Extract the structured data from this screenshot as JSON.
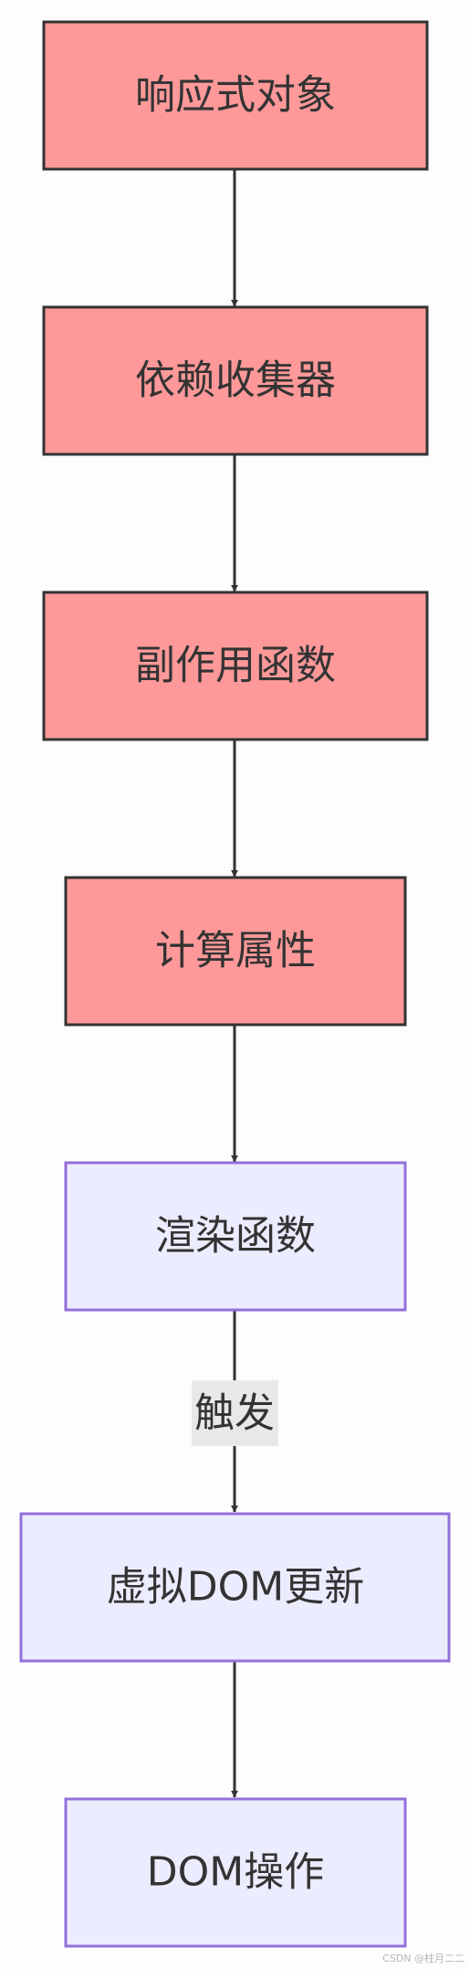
{
  "nodes": [
    {
      "id": "reactive-object",
      "label": "响应式对象",
      "color": "#ff9999"
    },
    {
      "id": "dep-collector",
      "label": "依赖收集器",
      "color": "#ff9999"
    },
    {
      "id": "side-effect",
      "label": "副作用函数",
      "color": "#ff9999"
    },
    {
      "id": "computed",
      "label": "计算属性",
      "color": "#ff9999"
    },
    {
      "id": "render-fn",
      "label": "渲染函数",
      "color": "#ececff"
    },
    {
      "id": "vdom-update",
      "label": "虚拟DOM更新",
      "color": "#ececff"
    },
    {
      "id": "dom-op",
      "label": "DOM操作",
      "color": "#ececff"
    }
  ],
  "edges": [
    {
      "from": "reactive-object",
      "to": "dep-collector",
      "label": ""
    },
    {
      "from": "dep-collector",
      "to": "side-effect",
      "label": ""
    },
    {
      "from": "side-effect",
      "to": "computed",
      "label": ""
    },
    {
      "from": "computed",
      "to": "render-fn",
      "label": ""
    },
    {
      "from": "render-fn",
      "to": "vdom-update",
      "label": "触发"
    },
    {
      "from": "vdom-update",
      "to": "dom-op",
      "label": ""
    }
  ],
  "watermark": "CSDN @柱月二二"
}
